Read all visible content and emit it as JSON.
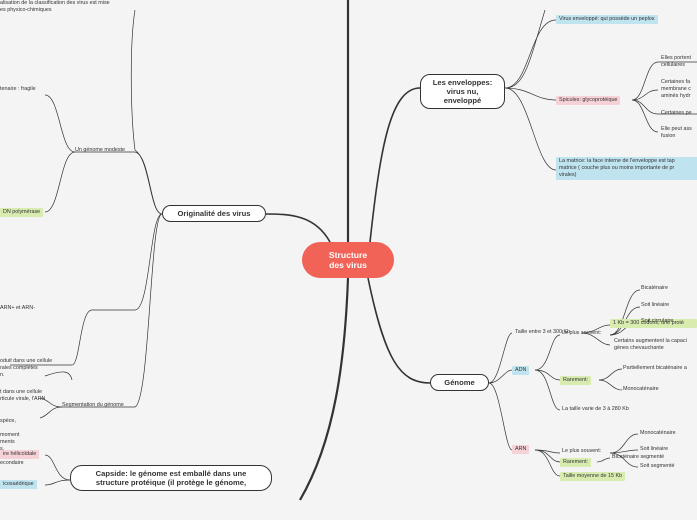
{
  "colors": {
    "center": "#f06356",
    "green": "#d9ecb0",
    "blue": "#bfe3ef",
    "pink": "#f6d1d6",
    "line": "#333333"
  },
  "center": {
    "line1": "Structure",
    "line2": "des virus"
  },
  "left": {
    "originalite": "Originalité des virus",
    "top_l1": "alisation de la classification des virus est mise",
    "top_l2": "es physico-chimiques",
    "fragile": "tenaire : fragile",
    "genome_modeste": "Un génome modeste",
    "adn_pol": "DN polymérase",
    "arn_l1": "oduit dans une cellule",
    "arn_l2": "rales complètes",
    "arn_l3": "n.",
    "arn_l4": "t dans une cellule",
    "arn_l5": "rticule virale, l'ARN",
    "arn_plus": "ARN+ et ARN-",
    "seg_l1": "spèce,",
    "seg_l2": "moment",
    "seg_l3": "ments",
    "seg_l4": "s.",
    "seg_l5": "econdaire",
    "segmentation": "Segmentation du génome",
    "helicoidale": "ire hélicoïdale",
    "icosaedrique": "icosaédrique",
    "capside_l1": "Capside: le génome est emballé dans une",
    "capside_l2": "structure protéique (il protège le génome,"
  },
  "right": {
    "enveloppes_l1": "Les enveloppes:",
    "enveloppes_l2": "virus nu, enveloppé",
    "virus_enveloppe": "Virus enveloppé: qui possède un peplos",
    "spicules": "Spicules: glycoprotéique",
    "sp1_l1": "Elles portent",
    "sp1_l2": "cellulaires",
    "sp2_l1": "Certaines fa",
    "sp2_l2": "membrane c",
    "sp2_l3": "aminés hydr",
    "sp3": "Certaines pe",
    "sp4_l1": "Elle peut ass",
    "sp4_l2": "fusion",
    "matrice_l1": "La matrice: la face interne de l'enveloppe est tap",
    "matrice_l2": "matrice ( couche plus ou moins importante de pr",
    "matrice_l3": "virales)",
    "genome": "Génome",
    "taille": "Taille entre 3 et 300 Kb",
    "kb_codons": "1 Kb = 300 codons, une proté",
    "chev_l1": "Certains augmentent la capaci",
    "chev_l2": "gènes chevauchante",
    "adn": "ADN",
    "adn_souvent": "Le plus souvent:",
    "bicatenaire": "Bicaténaire",
    "lineaire": "Soit linéaire",
    "circulaire": "Soit circulaire",
    "rarement": "Rarement:",
    "partiel": "Partiellement bicaténaire a",
    "monocatenaire": "Monocaténaire",
    "adn_taille": "La taille varie de 3 à 280 Kb",
    "arn": "ARN",
    "arn_souvent": "Le plus souvent:",
    "arn_mono": "Monocaténaire",
    "arn_lineaire": "Soit linéaire",
    "arn_segmente": "Soit segmenté",
    "arn_rarement": "Rarement:",
    "arn_bicat": "Bicaténaire segmenté",
    "arn_taille": "Taille moyenne de 15 Kb"
  }
}
